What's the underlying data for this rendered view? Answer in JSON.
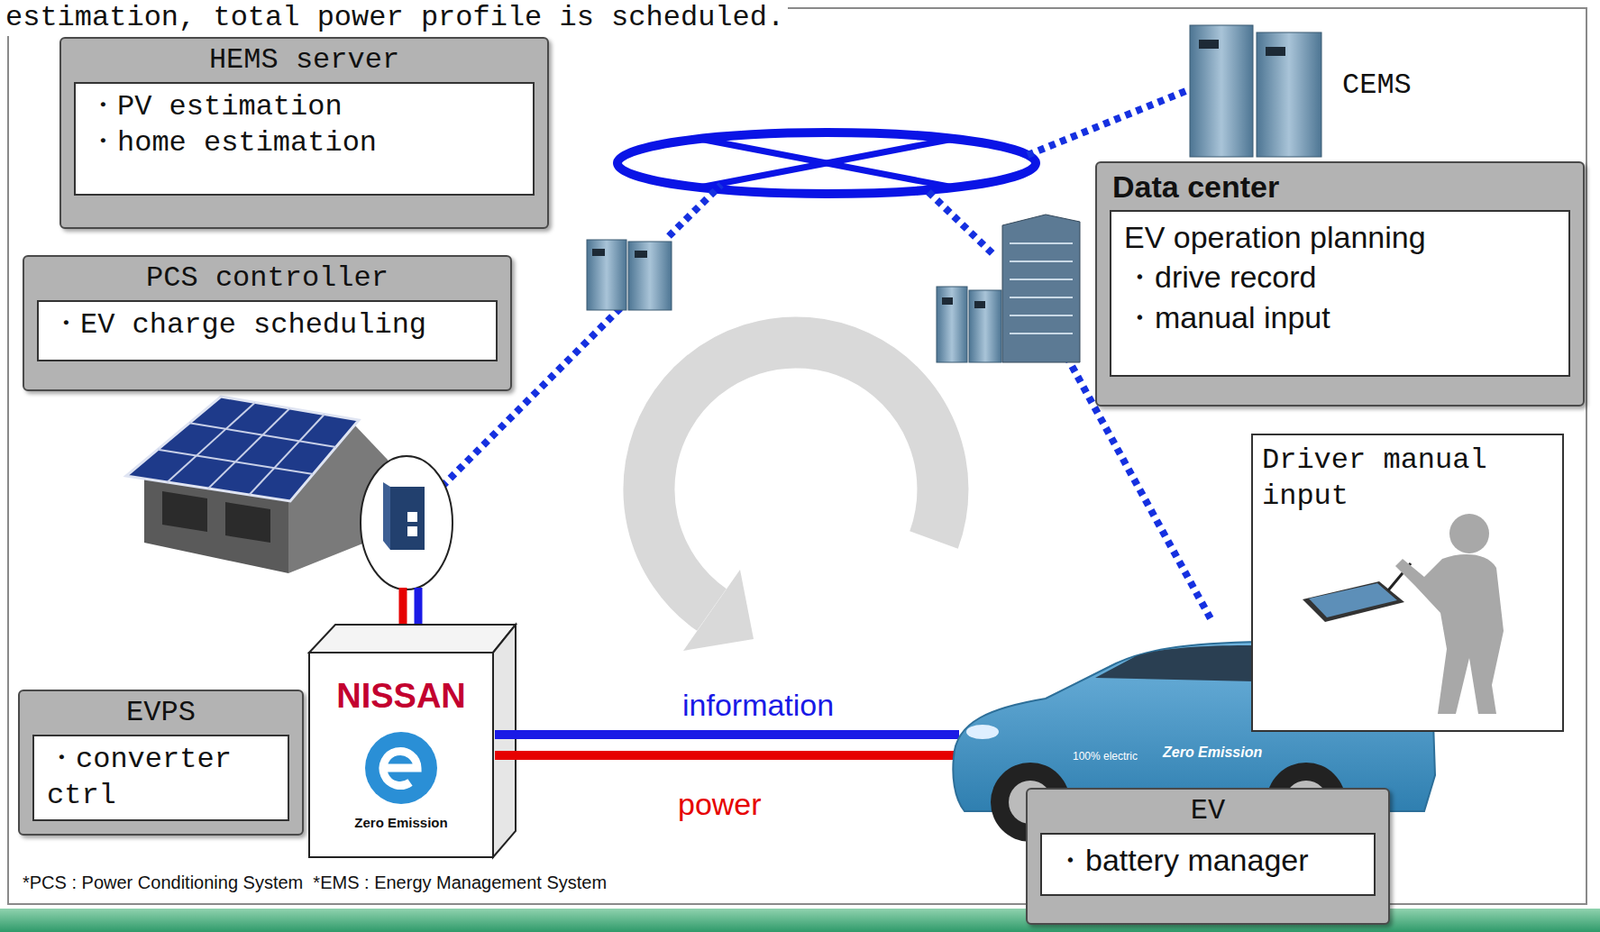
{
  "diagram": {
    "nodes": [
      {
        "text": [
          "HEMS server"
        ]
      },
      {
        "text": [
          "・PV estimation",
          "・home estimation"
        ],
        "in": 0
      },
      {
        "text": [
          "PCS controller"
        ]
      },
      {
        "text": [
          "・EV charge scheduling"
        ],
        "in": 2
      },
      {
        "text": [
          "Data center"
        ]
      },
      {
        "text": [
          "EV operation planning",
          "・drive record",
          "・manual input"
        ],
        "in": 4
      },
      {
        "text": [
          "Driver manual input"
        ]
      },
      {
        "text": [
          "EVPS"
        ]
      },
      {
        "text": [
          "・converter ctrl"
        ],
        "in": 7
      },
      {
        "text": [
          "NISSAN",
          "Zero Emission"
        ]
      },
      {
        "text": [
          "EV"
        ]
      },
      {
        "text": [
          "・battery manager"
        ],
        "in": 10
      }
    ],
    "labels": [
      "estimation, total power profile is scheduled.",
      "CEMS",
      "information",
      "power",
      "100% electric",
      "Zero Emission",
      "*PCS : Power Conditioning System  *EMS : Energy Management System"
    ]
  }
}
